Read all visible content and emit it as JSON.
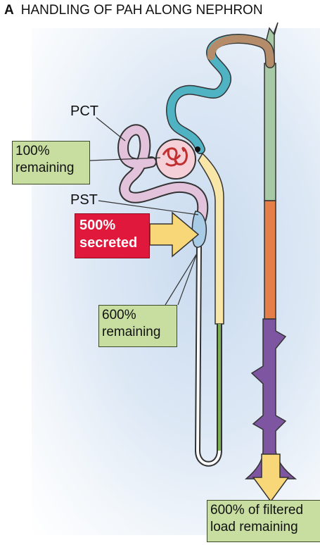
{
  "title": {
    "letter": "A",
    "text": "HANDLING OF PAH ALONG NEPHRON"
  },
  "labels": {
    "pct": "PCT",
    "pst": "PST"
  },
  "boxes": {
    "remaining_100": [
      "100%",
      "remaining"
    ],
    "secreted_500": [
      "500%",
      "secreted"
    ],
    "remaining_600": [
      "600%",
      "remaining"
    ],
    "filtered_load": [
      "600% of filtered",
      "load remaining"
    ]
  },
  "colors": {
    "green_box": "#c8dea0",
    "red_box": "#e0183c",
    "pct_tube": "#e3c3dc",
    "dct_tube": "#4fb3c4",
    "cortical_tube": "#a7c9a5",
    "medullary_tube": "#e47f4a",
    "inner_tube": "#7e55a0",
    "thick_limb": "#f7e6a8",
    "arrow_fill": "#f7d778"
  }
}
